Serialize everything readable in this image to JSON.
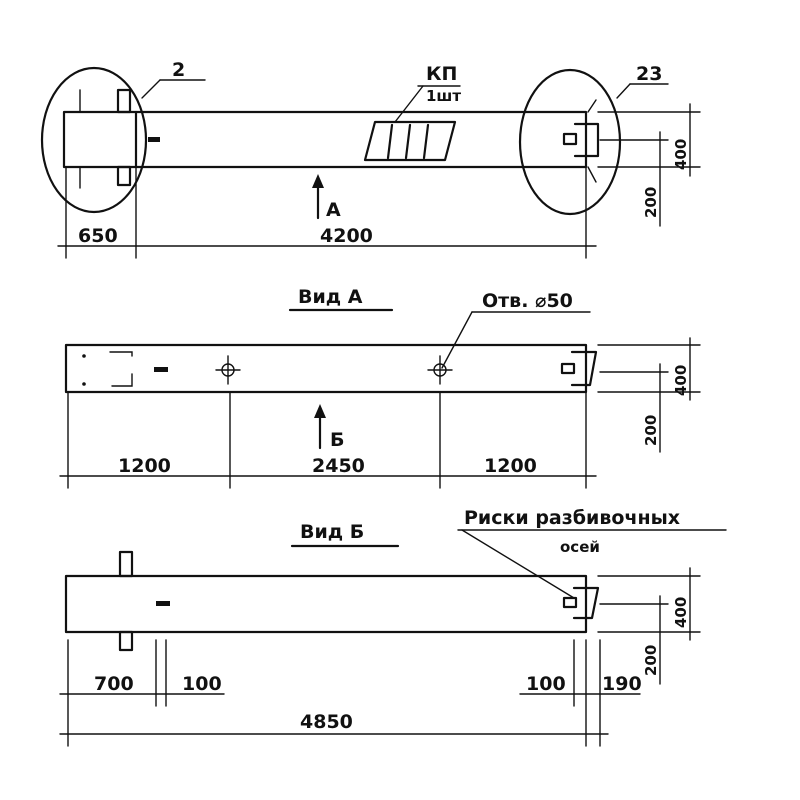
{
  "top_view": {
    "callout_left": "2",
    "callout_right": "23",
    "kp_label_1": "КП",
    "kp_label_2": "1шт",
    "arrow_label": "А",
    "dim_left": "650",
    "dim_main": "4200",
    "dim_height": "400",
    "dim_offset": "200"
  },
  "view_a": {
    "title": "Вид А",
    "hole_label": "Отв. ⌀50",
    "arrow_label": "Б",
    "dim_left": "1200",
    "dim_mid": "2450",
    "dim_right": "1200",
    "dim_height": "400",
    "dim_offset": "200"
  },
  "view_b": {
    "title": "Вид Б",
    "note_line1": "Риски разбивочных",
    "note_line2": "осей",
    "dim_1": "700",
    "dim_2": "100",
    "dim_3": "100",
    "dim_4": "190",
    "dim_total": "4850",
    "dim_height": "400",
    "dim_offset": "200"
  }
}
